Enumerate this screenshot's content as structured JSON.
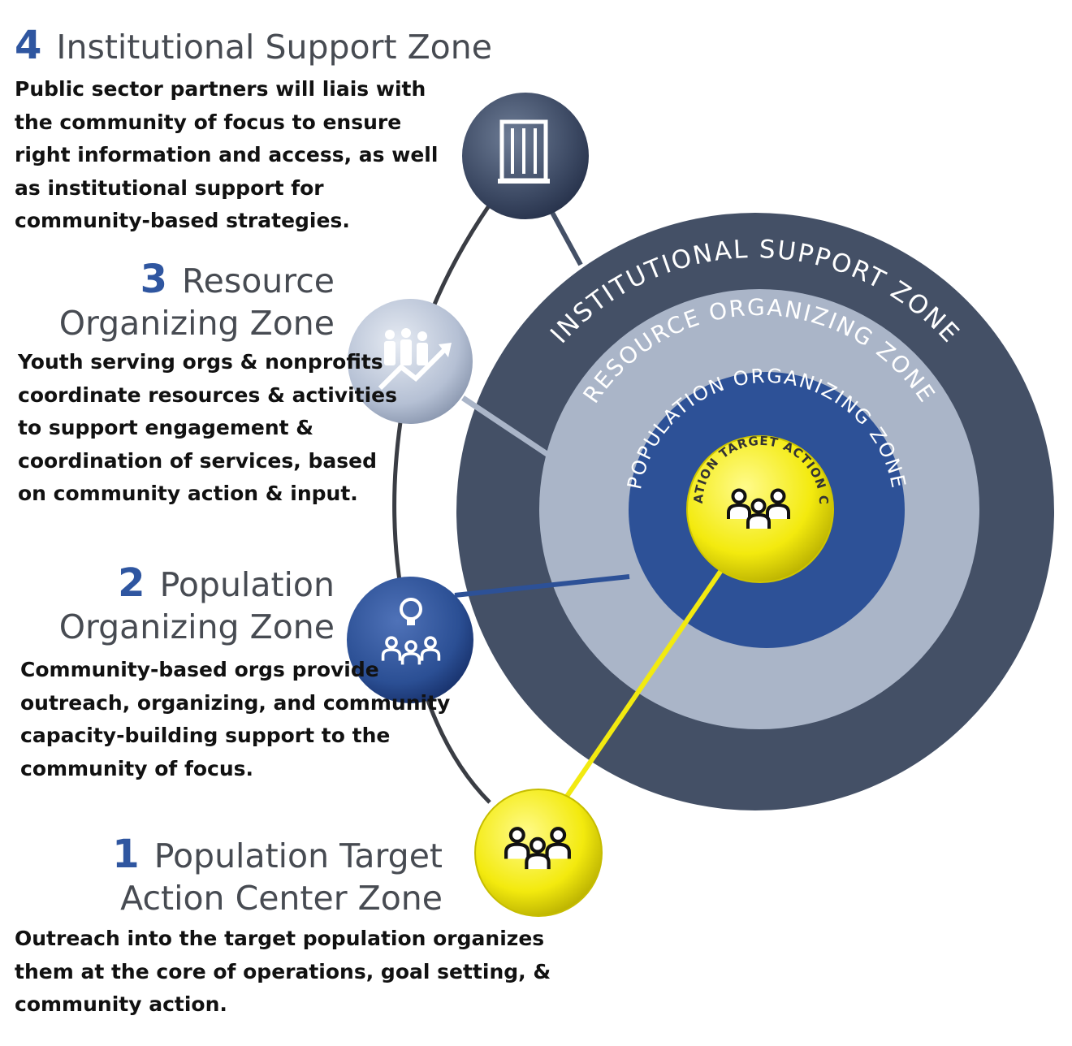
{
  "zones": [
    {
      "number": "4",
      "title": "Institutional Support Zone",
      "line1": "Institutional Support Zone",
      "line2": "",
      "description": "Public sector partners will liais with the community of focus to ensure right information and access, as well as institutional support for community-based strategies.",
      "icon": "building-icon",
      "color": "#3d4c66"
    },
    {
      "number": "3",
      "title": "Resource Organizing Zone",
      "line1": "Resource",
      "line2": "Organizing Zone",
      "description": "Youth serving orgs & nonprofits coordinate resources & activities to support engagement & coordination of services, based on community action & input.",
      "icon": "growing-team-icon",
      "color": "#b5c0d4"
    },
    {
      "number": "2",
      "title": "Population Organizing Zone",
      "line1": "Population",
      "line2": "Organizing Zone",
      "description": "Community-based orgs provide outreach, organizing, and community capacity-building support to the community of focus.",
      "icon": "idea-group-icon",
      "color": "#2b4f94"
    },
    {
      "number": "1",
      "title": "Population Target Action Center Zone",
      "line1": "Population Target",
      "line2": "Action Center Zone",
      "description": "Outreach into the target population organizes them at the core of operations, goal setting, & community action.",
      "icon": "group-icon",
      "color": "#f4ec10"
    }
  ],
  "rings": {
    "outer": "INSTITUTIONAL SUPPORT ZONE",
    "resource": "RESOURCE ORGANIZING ZONE",
    "population": "POPULATION ORGANIZING ZONE",
    "center": "POPULATION TARGET ACTION CENTER"
  },
  "colors": {
    "accent": "#2f56a0",
    "outer_ring": "#445066",
    "resource_ring": "#aab5c8",
    "population_ring": "#2d5197",
    "center": "#f5ee1a"
  }
}
